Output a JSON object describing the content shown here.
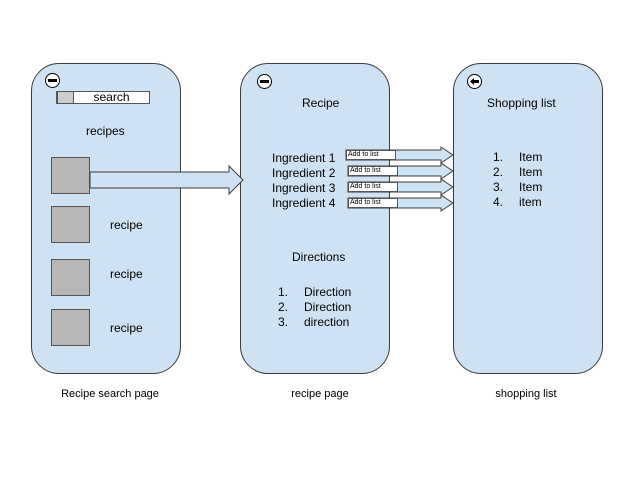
{
  "screens": {
    "search_page": {
      "search_label": "search",
      "heading": "recipes",
      "items": [
        "recipe",
        "recipe",
        "recipe",
        "recipe"
      ],
      "caption": "Recipe search page",
      "icon": "minus-circle-icon"
    },
    "recipe_page": {
      "title": "Recipe",
      "ingredients": [
        "Ingredient 1",
        "Ingredient 2",
        "Ingredient 3",
        "Ingredient 4"
      ],
      "add_label": "Add to list",
      "directions_title": "Directions",
      "directions": [
        {
          "num": "1.",
          "text": "Direction"
        },
        {
          "num": "2.",
          "text": "Direction"
        },
        {
          "num": "3.",
          "text": "direction"
        }
      ],
      "caption": "recipe page",
      "icon": "minus-circle-icon"
    },
    "shopping_list": {
      "title": "Shopping list",
      "items": [
        {
          "num": "1.",
          "text": "Item"
        },
        {
          "num": "2.",
          "text": "Item"
        },
        {
          "num": "3.",
          "text": "Item"
        },
        {
          "num": "4.",
          "text": "item"
        }
      ],
      "caption": "shopping list",
      "icon": "back-arrow-circle-icon"
    }
  },
  "colors": {
    "screen_fill": "#cfe2f3",
    "thumbnail_fill": "#b7b7b7",
    "arrow_fill": "#cfe2f3",
    "outline": "#3c3c3c"
  }
}
